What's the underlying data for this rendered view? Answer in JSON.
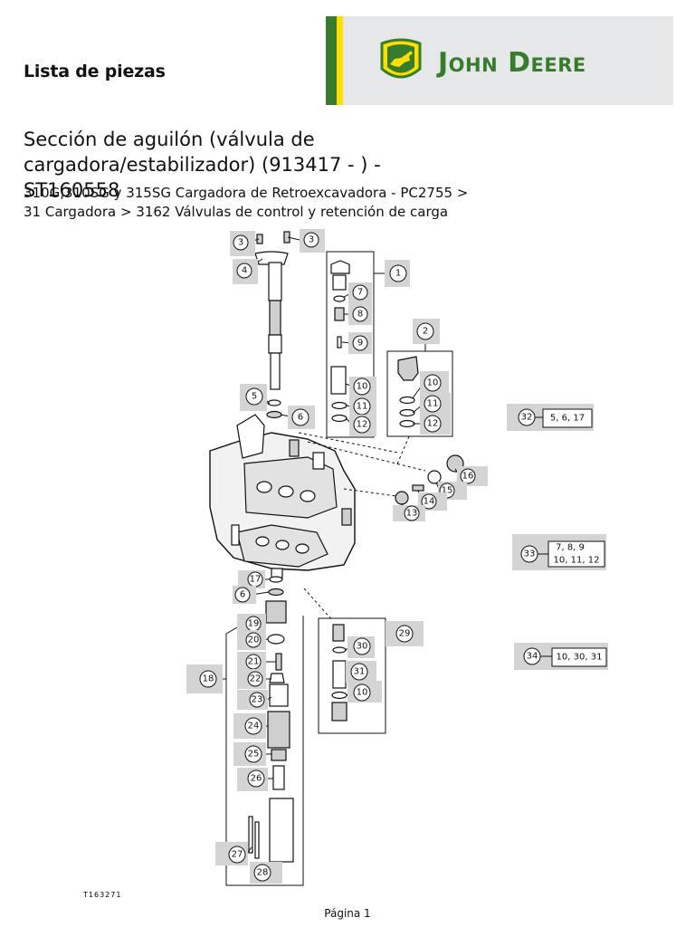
{
  "header": {
    "page_title": "Lista de piezas",
    "brand_name": "John Deere"
  },
  "document": {
    "title_line1": "Sección de aguilón (válvula de",
    "title_line2": "cargadora/estabilizador) (913417 - ) - ST160558",
    "breadcrumb_line1": "310G,310SG y 315SG Cargadora de Retroexcavadora - PC2755 >",
    "breadcrumb_line2": "31 Cargadora > 3162 Válvulas de control y retención de carga"
  },
  "diagram": {
    "callouts": {
      "c3a": "3",
      "c3b": "3",
      "c4": "4",
      "c1": "1",
      "c7": "7",
      "c8": "8",
      "c9": "9",
      "c10a": "10",
      "c11a": "11",
      "c12a": "12",
      "c2": "2",
      "c10b": "10",
      "c11b": "11",
      "c12b": "12",
      "c5": "5",
      "c6a": "6",
      "c16": "16",
      "c15": "15",
      "c14": "14",
      "c13": "13",
      "c17": "17",
      "c6b": "6",
      "c19": "19",
      "c20": "20",
      "c21": "21",
      "c22": "22",
      "c23": "23",
      "c18": "18",
      "c24": "24",
      "c25": "25",
      "c26": "26",
      "c27": "27",
      "c28": "28",
      "c29": "29",
      "c30": "30",
      "c31": "31",
      "c10c": "10"
    },
    "kits": {
      "k32": {
        "num": "32",
        "parts": "5, 6, 17"
      },
      "k33": {
        "num": "33",
        "row1": "7, 8, 9",
        "row2": "10, 11, 12"
      },
      "k34": {
        "num": "34",
        "parts": "10, 30, 31"
      }
    },
    "figure_id": "T163271"
  },
  "footer": {
    "page_label": "Página 1"
  },
  "colors": {
    "brand_green": "#367c2b",
    "brand_yellow": "#ffde00",
    "header_gray": "#e6e7e8"
  }
}
